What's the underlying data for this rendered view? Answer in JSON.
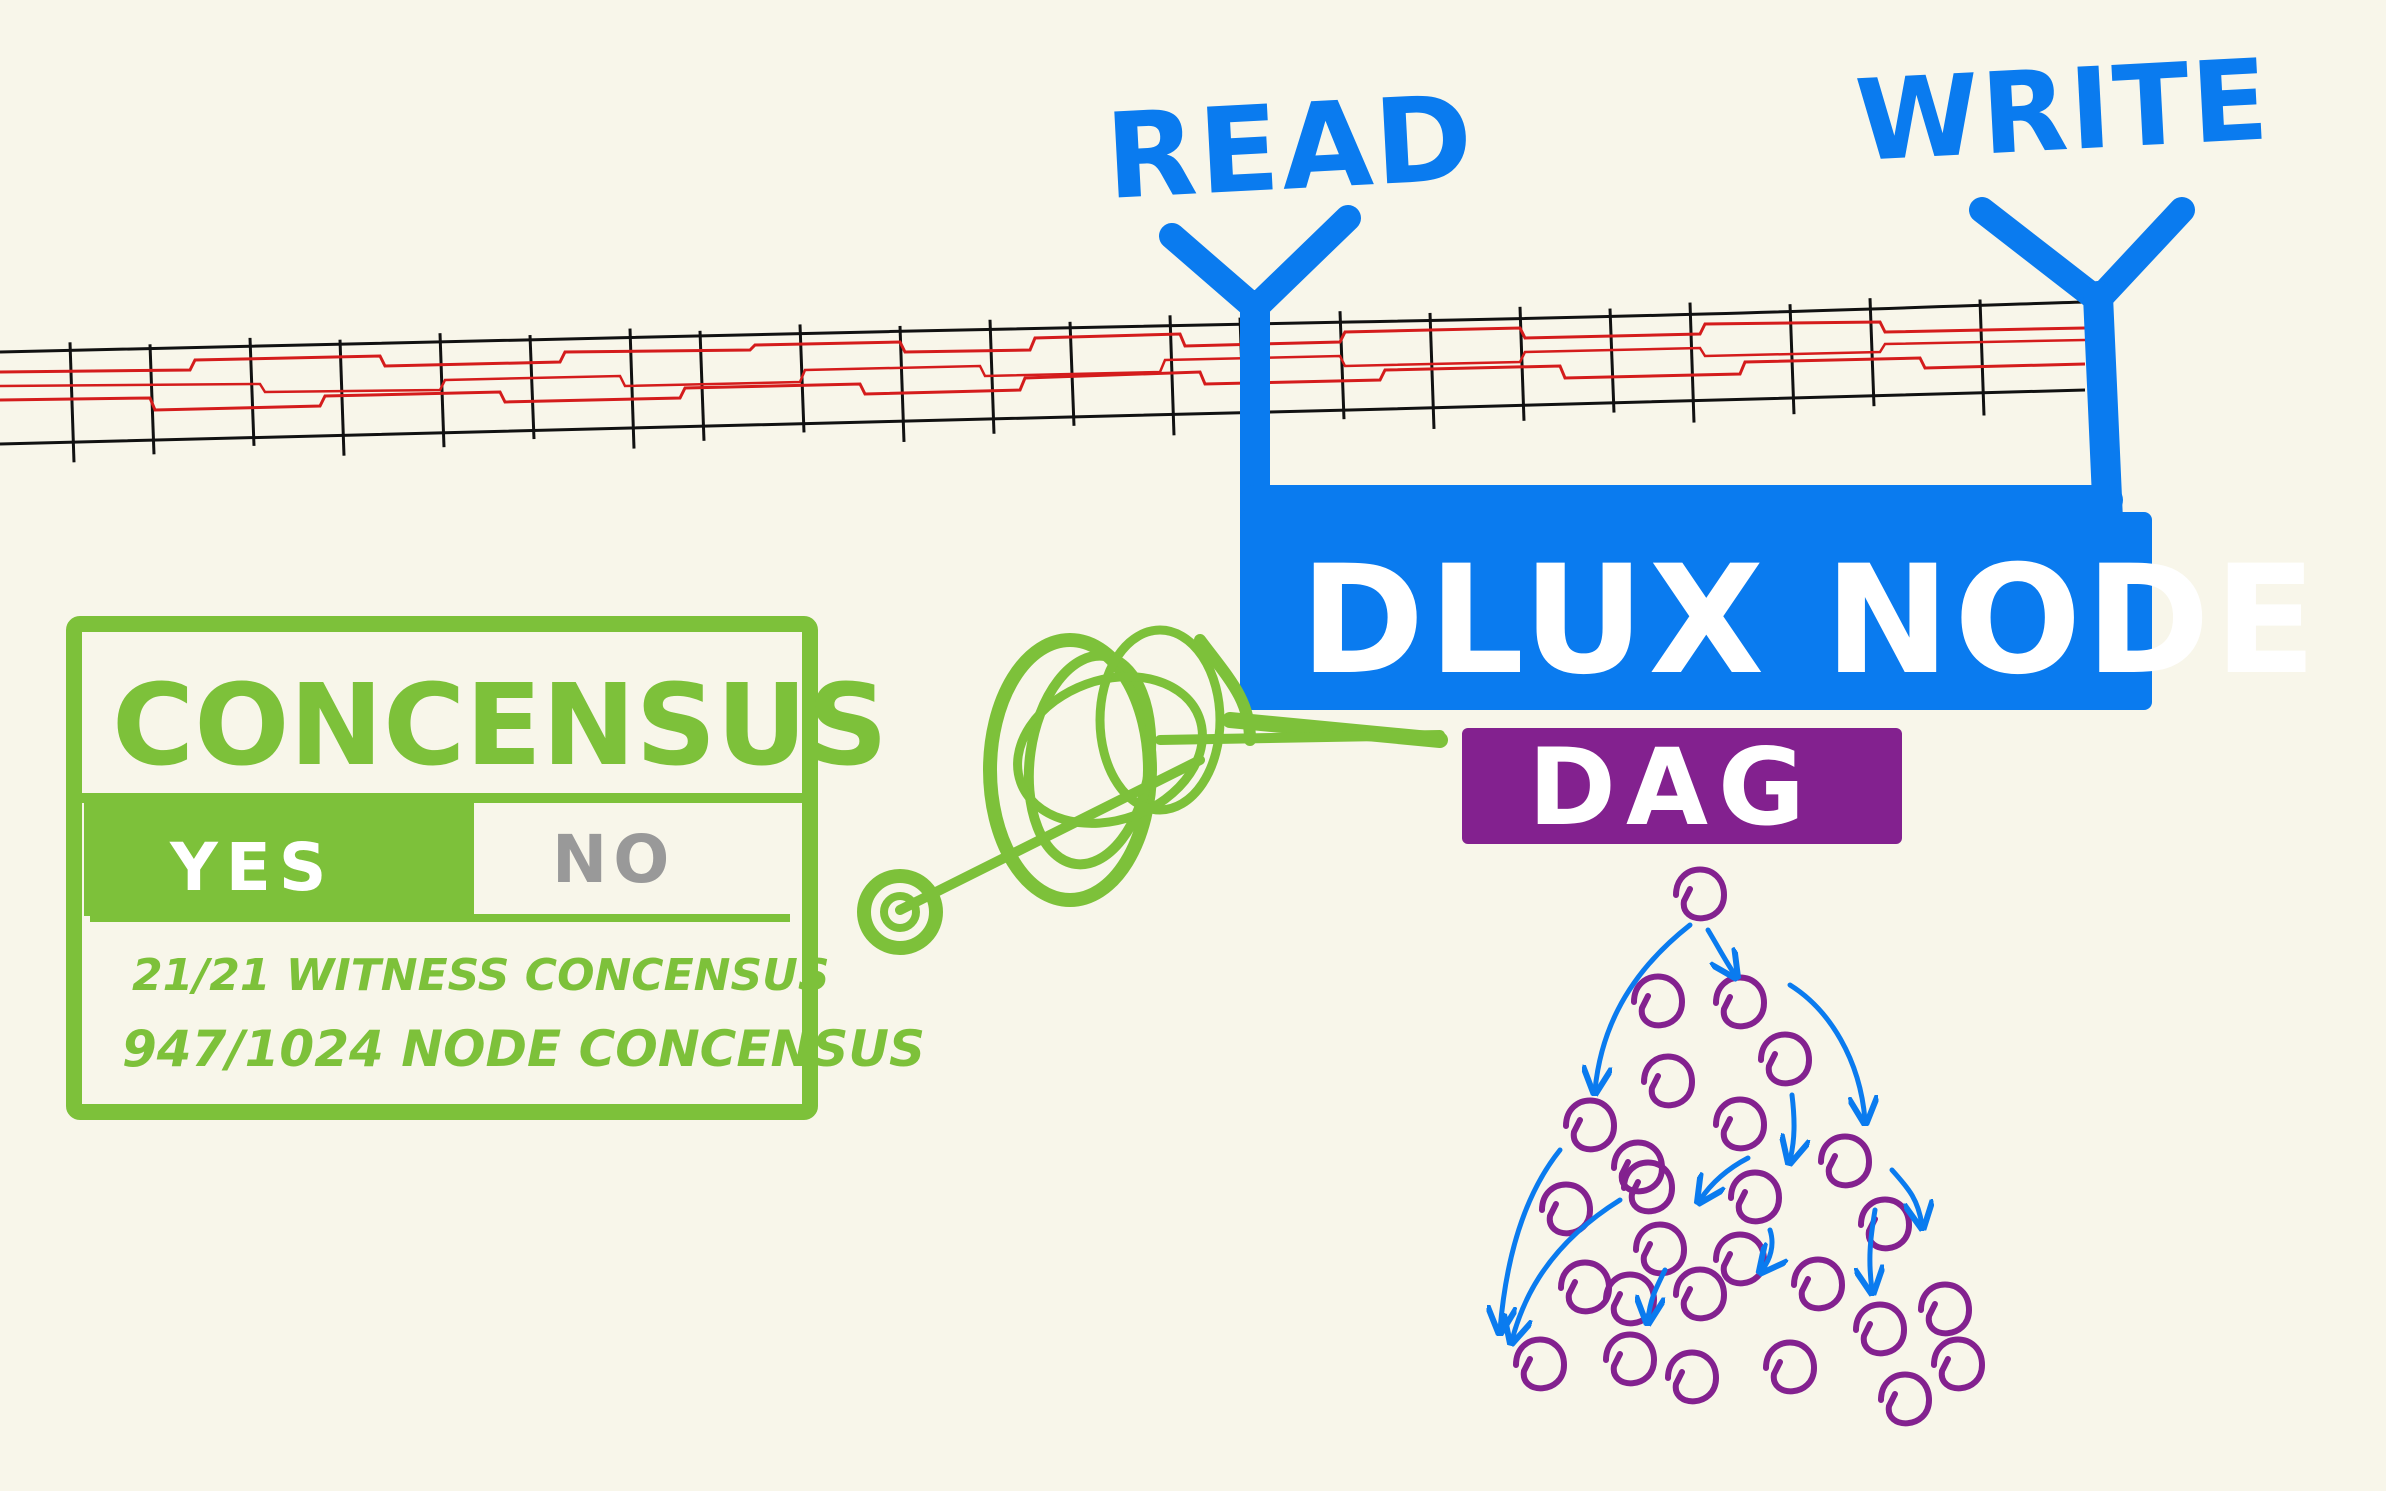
{
  "labels": {
    "read": "READ",
    "write": "WRITE",
    "node": "DLUX NODE",
    "dag": "DAG"
  },
  "consensus_panel": {
    "title": "CONCENSUS",
    "yes": "YES",
    "no": "NO",
    "witness_line": "21/21 WITNESS CONCENSUS",
    "node_line": "947/1024 NODE CONCENSUS",
    "selected": "YES"
  },
  "colors": {
    "background": "#f8f6ea",
    "blue": "#0a7bef",
    "green": "#7dc13a",
    "purple": "#83218f",
    "red": "#d41c1c",
    "black": "#111111",
    "no_text": "#999999"
  }
}
